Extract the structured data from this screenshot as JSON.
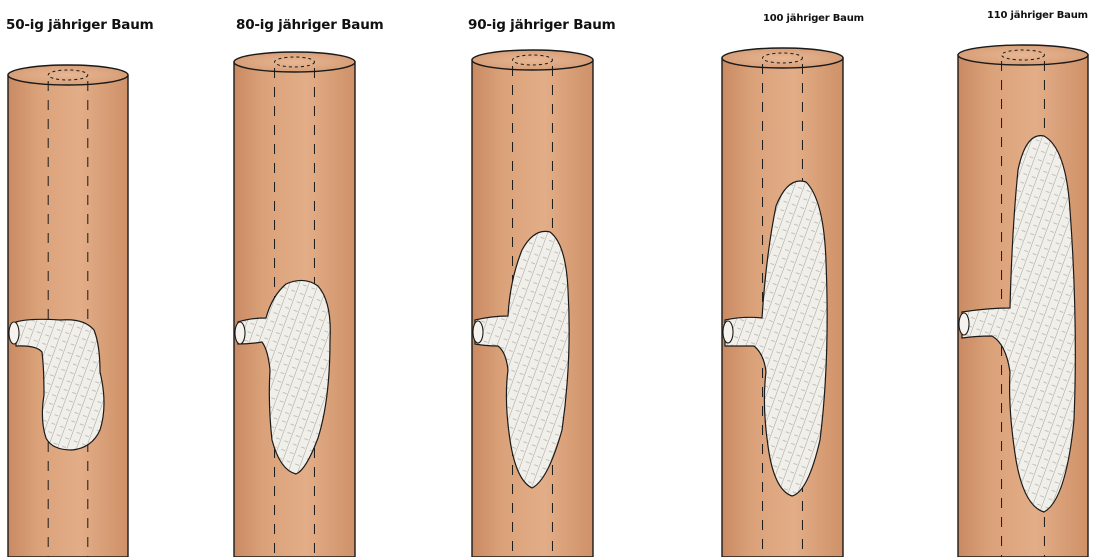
{
  "panels": [
    {
      "label": "50-ig jähriger Baum",
      "decay_extent": 0.3
    },
    {
      "label": "80-ig jähriger Baum",
      "decay_extent": 0.45
    },
    {
      "label": "90-ig jähriger Baum",
      "decay_extent": 0.55
    },
    {
      "label": "100 jähriger Baum",
      "decay_extent": 0.68
    },
    {
      "label": "110 jähriger Baum",
      "decay_extent": 0.8
    }
  ],
  "colors": {
    "trunk_fill": "#dba27a",
    "trunk_shade": "#c98a62",
    "trunk_outline": "#1a1a1a",
    "decay_fill": "#f1efe9",
    "hatch": "#2a2a2a",
    "background": "#ffffff"
  },
  "icons": {
    "trunk": "tree-trunk-cylinder-icon",
    "decay": "decay-cavity-icon",
    "branch_stub": "branch-stub-icon"
  }
}
